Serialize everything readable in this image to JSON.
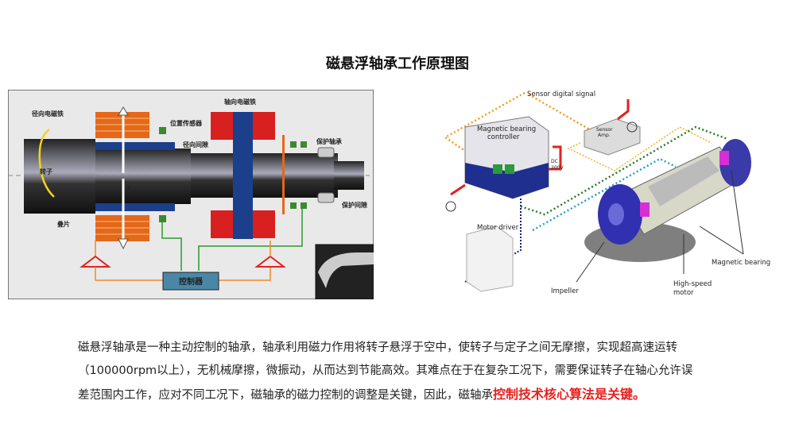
{
  "title": "磁悬浮轴承工作原理图",
  "left_diagram": {
    "labels": {
      "radial_magnet": "径向电磁铁",
      "position_sensor": "位置传感器",
      "radial_gap": "径向间隙",
      "axial_magnet": "轴向电磁铁",
      "protective_bearing": "保护轴承",
      "protective_gap": "保护间隙",
      "rotor": "转子",
      "force": "F",
      "laminations": "叠片",
      "controller": "控制器"
    }
  },
  "right_diagram": {
    "labels": {
      "sensor_signal": "Sensor digital signal",
      "mb_controller_1": "Magnetic bearing",
      "mb_controller_2": "controller",
      "sensor_amp_1": "Sensor",
      "sensor_amp_2": "Amp.",
      "dc_1": "DC",
      "dc_2": "200V",
      "motor_driver": "Motor driver",
      "impeller": "Impeller",
      "hs_motor_1": "High-speed",
      "hs_motor_2": "motor",
      "magnetic_bearing": "Magnetic bearing"
    }
  },
  "description": {
    "line1": "磁悬浮轴承是一种主动控制的轴承，轴承利用磁力作用将转子悬浮于空中，使转子与定子之间无摩擦，实现超高速运转",
    "line2": "（100000rpm以上），无机械摩擦，微振动，从而达到节能高效。其难点在于在复杂工况下，需要保证转子在轴心允许误",
    "line3": "差范围内工作，应对不同工况下，磁轴承的磁力控制的调整是关键，因此，磁轴承",
    "highlight": "控制技术核心算法是关键。"
  },
  "colors": {
    "highlight": "#e8201e"
  }
}
